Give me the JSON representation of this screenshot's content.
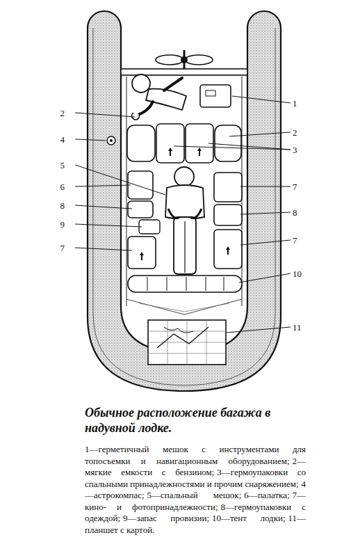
{
  "diagram": {
    "caption": "Обычное расположение багажа в надувной лодке.",
    "labels": [
      "1",
      "2",
      "2",
      "4",
      "3",
      "5",
      "6",
      "7",
      "8",
      "8",
      "9",
      "7",
      "7",
      "10",
      "11",
      "1—герметичный мешок с инструментами для топосъемки и навигационным оборудованием;",
      "2—мягкие емкости с бензином;",
      "3—гермоупаковки со спальными принадлежностями и прочим снаряжением;",
      "4—астрокомпас;",
      "5—спальный мешок;",
      "6—палатка;",
      "7—кино- и фотопринадлежности;",
      "8—гермоупаковки с одеждой;",
      "9—запас провизии;",
      "10—тент лодки;",
      "11—планшет с картой."
    ]
  }
}
